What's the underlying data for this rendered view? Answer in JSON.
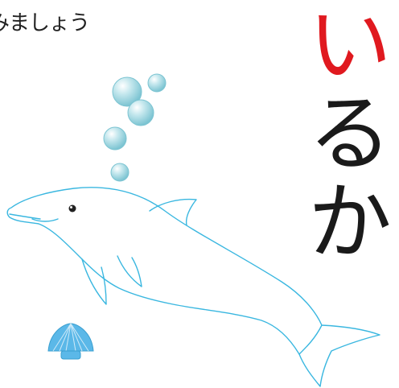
{
  "instruction": "みましょう",
  "word": {
    "chars": [
      "い",
      "る",
      "か"
    ],
    "highlight_color": "#e0191f",
    "text_color": "#1a1a1a"
  },
  "illustration": {
    "subject": "dolphin-icon",
    "extras": [
      "bubble-icon",
      "shell-icon"
    ],
    "outline_color": "#3ab7e0",
    "bubble_color": "#8fd0dc",
    "shell_color": "#5bb8e8"
  }
}
